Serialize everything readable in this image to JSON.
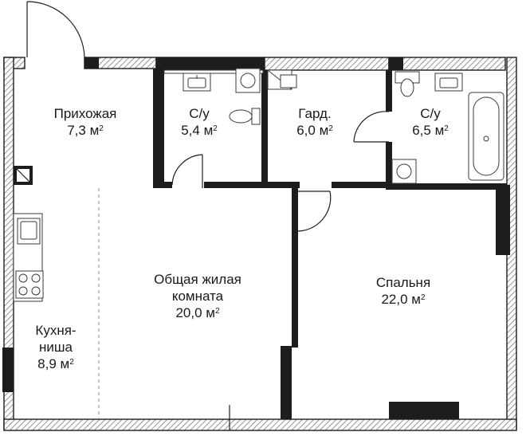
{
  "unit": "м",
  "rooms": {
    "hall": {
      "name": "Прихожая",
      "area": "7,3"
    },
    "wc1": {
      "name": "С/у",
      "area": "5,4"
    },
    "wardrobe": {
      "name": "Гард.",
      "area": "6,0"
    },
    "wc2": {
      "name": "С/у",
      "area": "6,5"
    },
    "living": {
      "name_line1": "Общая жилая",
      "name_line2": "комната",
      "area": "20,0"
    },
    "bedroom": {
      "name": "Спальня",
      "area": "22,0"
    },
    "kitchen": {
      "name_line1": "Кухня-",
      "name_line2": "ниша",
      "area": "8,9"
    }
  },
  "colors": {
    "wall": "#1d1d1d",
    "hatch": "#9a9a9a",
    "text": "#1a1a1a"
  }
}
